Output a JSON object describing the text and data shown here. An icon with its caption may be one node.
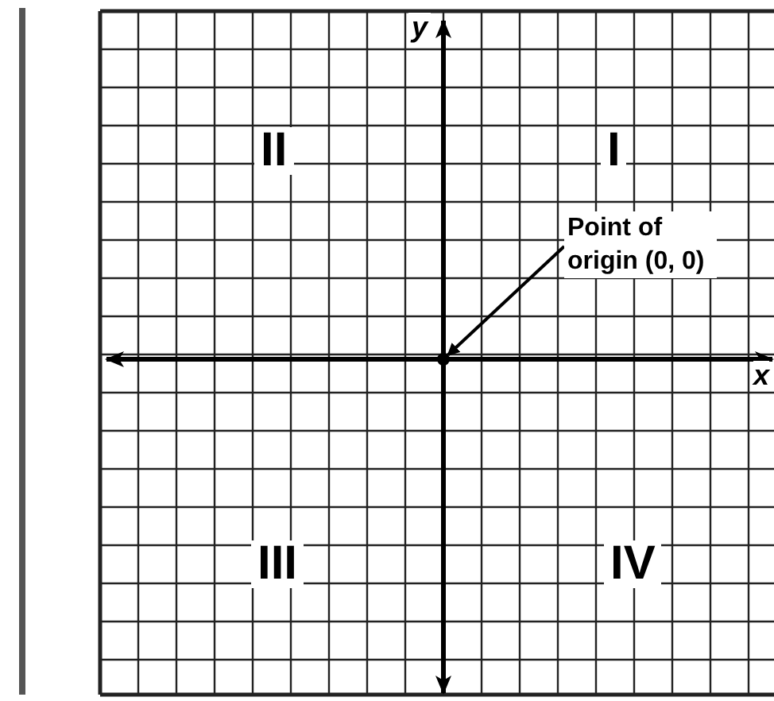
{
  "diagram": {
    "nodes": [
      {
        "text": [
          "Point of origin (0, 0)"
        ]
      },
      {
        "text": [],
        "shape": "point"
      }
    ],
    "edges": [
      {
        "from": 0,
        "to": 1,
        "arrow": "to"
      }
    ],
    "labels": [
      "y",
      "II",
      "I",
      "x",
      "III",
      "IV"
    ]
  }
}
